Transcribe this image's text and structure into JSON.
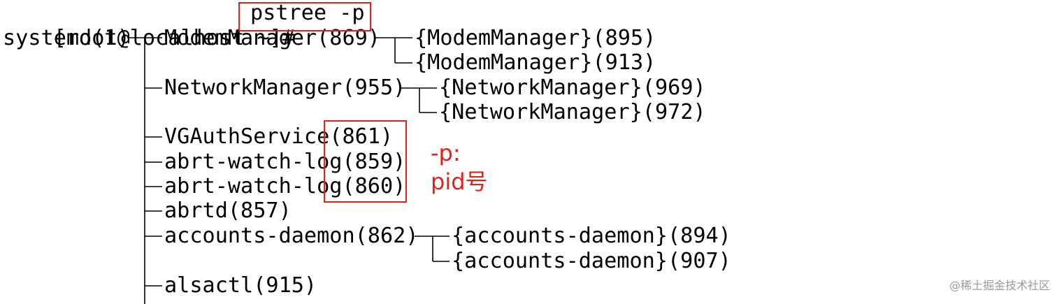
{
  "terminal": {
    "prompt": "[root@localhost ~]#",
    "command": "pstree -p",
    "lines": [
      "systemd(1)",
      "ModemManager(869)",
      "{ModemManager}(895)",
      "{ModemManager}(913)",
      "NetworkManager(955)",
      "{NetworkManager}(969)",
      "{NetworkManager}(972)",
      "VGAuthService(861)",
      "abrt-watch-log(859)",
      "abrt-watch-log(860)",
      "abrtd(857)",
      "accounts-daemon(862)",
      "{accounts-daemon}(894)",
      "{accounts-daemon}(907)",
      "alsactl(915)"
    ]
  },
  "annotation": {
    "line1": "-p:",
    "line2": "pid号",
    "color": "#e3211b"
  },
  "watermark": "@稀土掘金技术社区",
  "watermark_color": "#9a9a9a"
}
